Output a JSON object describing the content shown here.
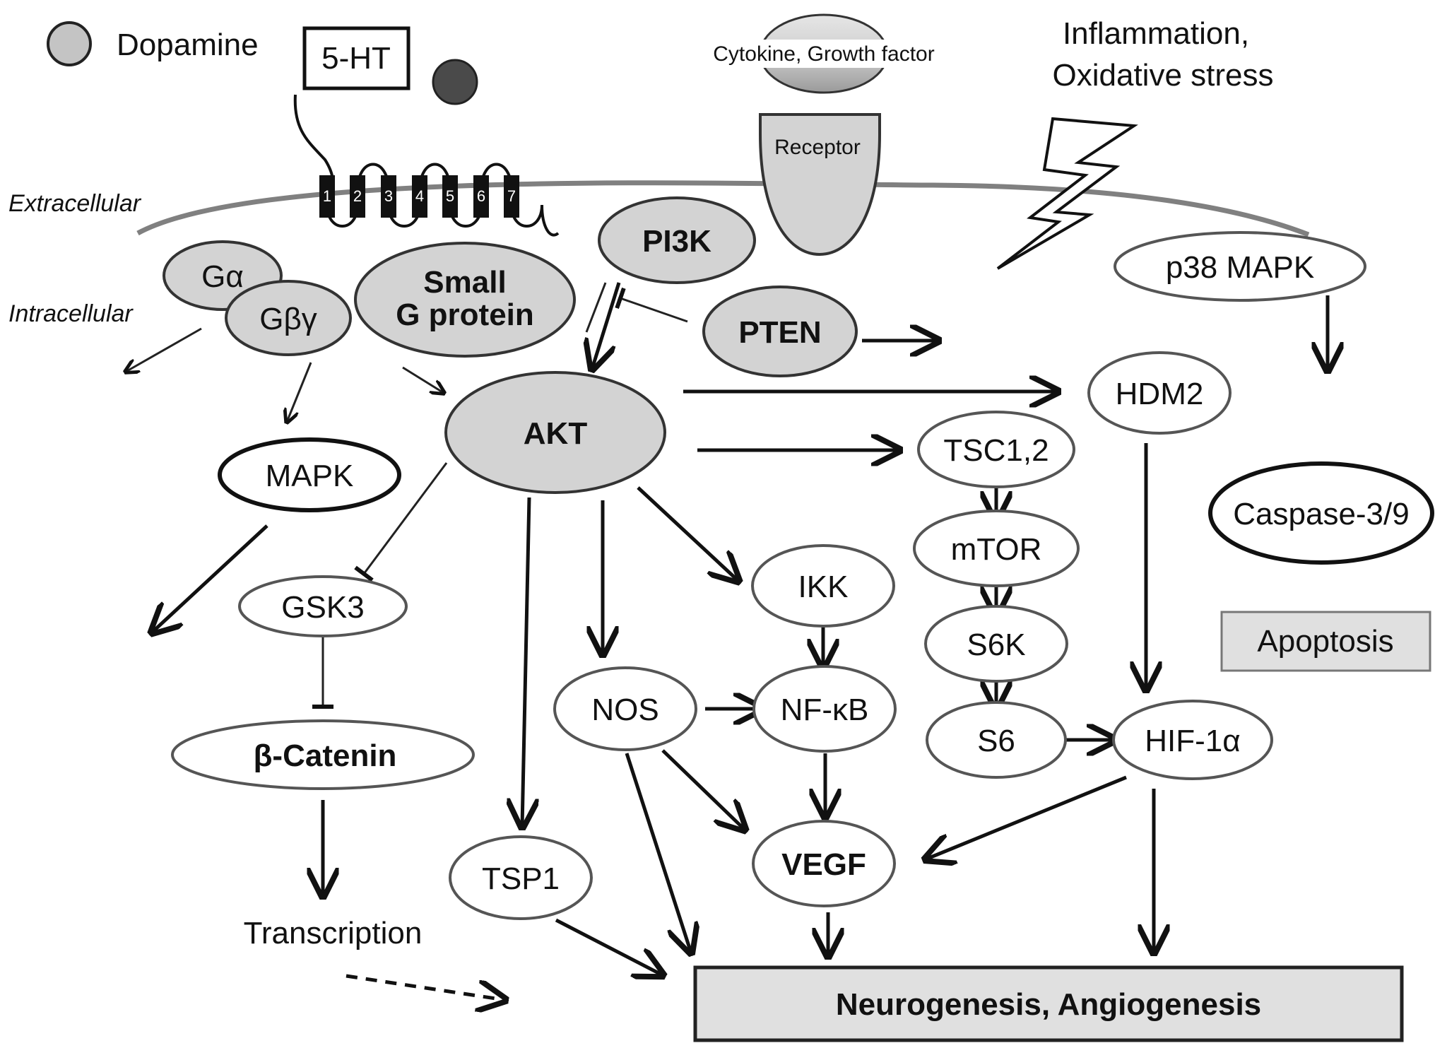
{
  "legend": {
    "dopamine": "Dopamine",
    "serotonin": "5-HT"
  },
  "ligand": "Cytokine, Growth factor",
  "receptor": "Receptor",
  "stress": {
    "line1": "Inflammation,",
    "line2": "Oxidative stress"
  },
  "regions": {
    "extracellular": "Extracellular",
    "intracellular": "Intracellular"
  },
  "tm_segments": [
    "1",
    "2",
    "3",
    "4",
    "5",
    "6",
    "7"
  ],
  "nodes": {
    "g_alpha": "Gα",
    "g_beta_gamma": "Gβγ",
    "small_g_line1": "Small",
    "small_g_line2": "G protein",
    "pi3k": "PI3K",
    "pten": "PTEN",
    "akt": "AKT",
    "mapk": "MAPK",
    "gsk3": "GSK3",
    "beta_catenin": "β-Catenin",
    "transcription": "Transcription",
    "tsp1": "TSP1",
    "nos": "NOS",
    "ikk": "IKK",
    "nfkb": "NF-κB",
    "vegf": "VEGF",
    "tsc": "TSC1,2",
    "mtor": "mTOR",
    "s6k": "S6K",
    "s6": "S6",
    "hdm2": "HDM2",
    "hif": "HIF-1α",
    "p38": "p38 MAPK",
    "caspase": "Caspase-3/9",
    "apoptosis": "Apoptosis",
    "outcome": "Neurogenesis, Angiogenesis"
  }
}
